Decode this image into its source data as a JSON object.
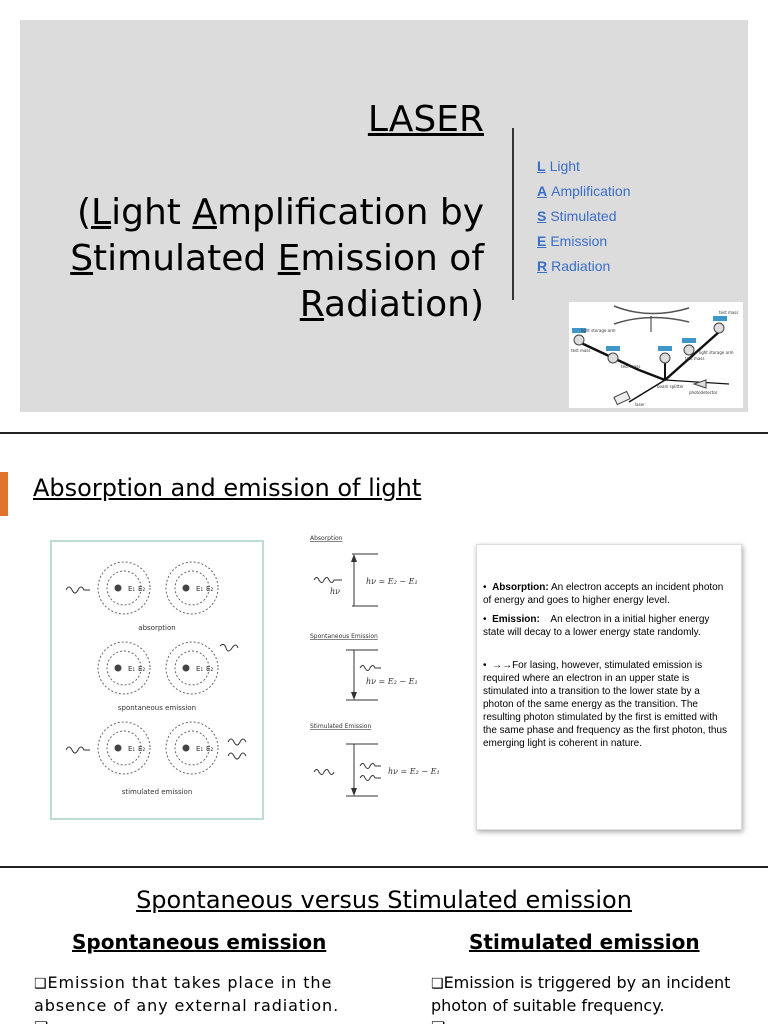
{
  "slide1": {
    "title": "LASER",
    "subtitle_line1_parts": [
      "(",
      "L",
      "ight ",
      "A",
      "mplification by"
    ],
    "subtitle_line2_parts": [
      "S",
      "timulated ",
      "E",
      "mission of"
    ],
    "subtitle_line3_parts": [
      "R",
      "adiation)"
    ],
    "acronym": [
      {
        "letter": "L",
        "word": "Light"
      },
      {
        "letter": "A",
        "word": "Amplification"
      },
      {
        "letter": "S",
        "word": "Stimulated"
      },
      {
        "letter": "E",
        "word": "Emission"
      },
      {
        "letter": "R",
        "word": "Radiation"
      }
    ],
    "diagram_labels": {
      "light_storage_arm_left": "light storage arm",
      "test_mass_1": "test mass",
      "test_mass_2": "test mass",
      "test_mass_3": "test mass",
      "test_mass_4": "test mass",
      "light_storage_arm_right": "light storage arm",
      "beam_splitter": "beam splitter",
      "photodetector": "photodetector",
      "laser": "laser"
    }
  },
  "slide2": {
    "title": "Absorption and emission of light",
    "atom_labels": {
      "absorption": "absorption",
      "spontaneous": "spontaneous emission",
      "stimulated": "stimulated emission",
      "e1": "E₁",
      "e2": "E₂"
    },
    "energy_headings": {
      "absorption": "Absorption",
      "spontaneous": "Spontaneous Emission",
      "stimulated": "Stimulated Emission"
    },
    "formula": "hν = E₂ − E₁",
    "hv": "hν",
    "bullets": [
      {
        "label": "Absorption:",
        "text": " An electron accepts an incident photon of energy and goes to higher energy level."
      },
      {
        "label": "Emission:",
        "text": "    An electron in a initial higher energy state will decay to a lower energy state randomly."
      },
      {
        "label": "→→",
        "text": "For lasing, however, stimulated emission is required where an electron in an upper state is stimulated into a transition to the lower state by a photon of the same energy as the transition. The resulting photon stimulated by the first is emitted with the same phase and frequency as the first photon, thus emerging light is coherent in nature."
      }
    ]
  },
  "slide3": {
    "title": "Spontaneous versus Stimulated emission",
    "left_heading": "Spontaneous emission",
    "right_heading": "Stimulated emission",
    "left_bullet": "Emission that takes place in the absence of any external radiation.",
    "right_bullet": "Emission is triggered by an incident photon of suitable frequency.",
    "bullet_marker": "❑"
  }
}
